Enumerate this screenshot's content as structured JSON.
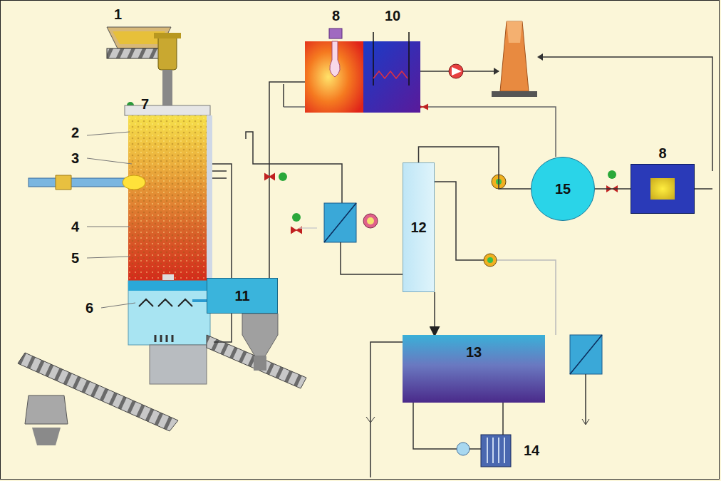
{
  "diagram": {
    "nodes": [
      {
        "text": [
          "11"
        ]
      },
      {
        "text": [
          "12"
        ]
      },
      {
        "text": [
          "13"
        ]
      },
      {
        "text": [
          "15"
        ]
      },
      {
        "text": [
          "8"
        ]
      }
    ],
    "edges": [
      {
        "from": 1,
        "to": 3,
        "arrow": "none"
      },
      {
        "from": 3,
        "to": 4,
        "arrow": "none"
      },
      {
        "from": 1,
        "to": 2,
        "arrow": "to"
      }
    ],
    "labels": [
      "1",
      "2",
      "3",
      "4",
      "5",
      "6",
      "7",
      "8",
      "10",
      "14"
    ]
  }
}
